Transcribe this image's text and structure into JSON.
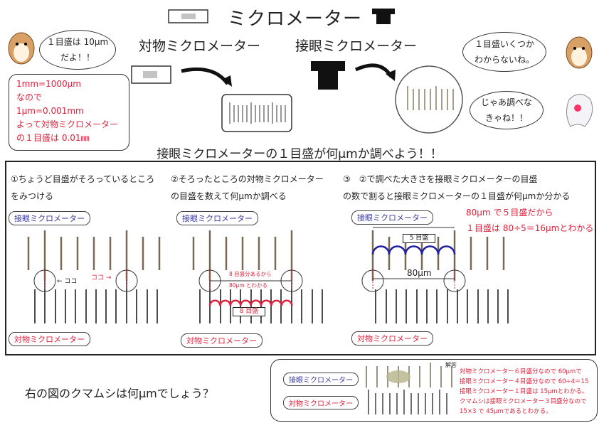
{
  "header": {
    "title": "ミクロメーター"
  },
  "top": {
    "objective_label": "対物ミクロメーター",
    "eyepiece_label": "接眼ミクロメーター",
    "bubble_left": [
      "１目盛は 10μm",
      "だよ！！"
    ],
    "bubble_right1": [
      "１目盛いくつか",
      "わからないね。"
    ],
    "bubble_right2": [
      "じゃあ調べな",
      "きゃね！！"
    ],
    "note": [
      "1mm=1000μm",
      "なので",
      "1μm=0.001mm",
      "よって対物ミクロメーター",
      "の１目盛は 0.01㎜"
    ]
  },
  "heading": "接眼ミクロメーターの１目盛が何μmか調べよう！！",
  "steps": [
    {
      "text": [
        "①ちょうど目盛がそろっているところ",
        "をみつける"
      ],
      "eyepiece": "接眼ミクロメーター",
      "objective": "対物ミクロメーター",
      "here_left": "← ココ",
      "here_right": "ココ →"
    },
    {
      "text": [
        "②そろったところの対物ミクロメーター",
        "の目盛を数えて何μmか調べる"
      ],
      "eyepiece": "接眼ミクロメーター",
      "objective": "対物ミクロメーター",
      "note1": "8 目盛分あるから",
      "note2": "80μm とわかる",
      "count": "8 目盛"
    },
    {
      "text": [
        "③　②で調べた大きさを接眼ミクロメーターの目盛",
        "の数で割ると接眼ミクロメーターの１目盛が何μmか分かる"
      ],
      "eyepiece": "接眼ミクロメーター",
      "objective": "対物ミクロメーター",
      "count": "5 目盛",
      "length": "80μm",
      "result1": "80μm で５目盛だから",
      "result2": "１目盛は 80÷5＝16μmとわかる"
    }
  ],
  "question": "右の図のクマムシは何μmでしょう？",
  "answer": {
    "eyepiece": "接眼ミクロメーター",
    "objective": "対物ミクロメーター",
    "title": "解答",
    "lines": [
      "対物ミクロメーター６目盛分なので 60μmで",
      "接眼ミクロメーター４目盛分なので 60÷4＝15",
      "接眼ミクロメーター１目盛は 15μmとわかる。",
      "クマムシは接眼ミクロメーター３目盛分なので",
      "15×3 で 45μmであるとわかる。"
    ]
  },
  "colors": {
    "red": "#e0203a",
    "blue": "#3a3a9a",
    "eyepiece_tick": "#7a6a55",
    "arc": "#2020a0"
  }
}
